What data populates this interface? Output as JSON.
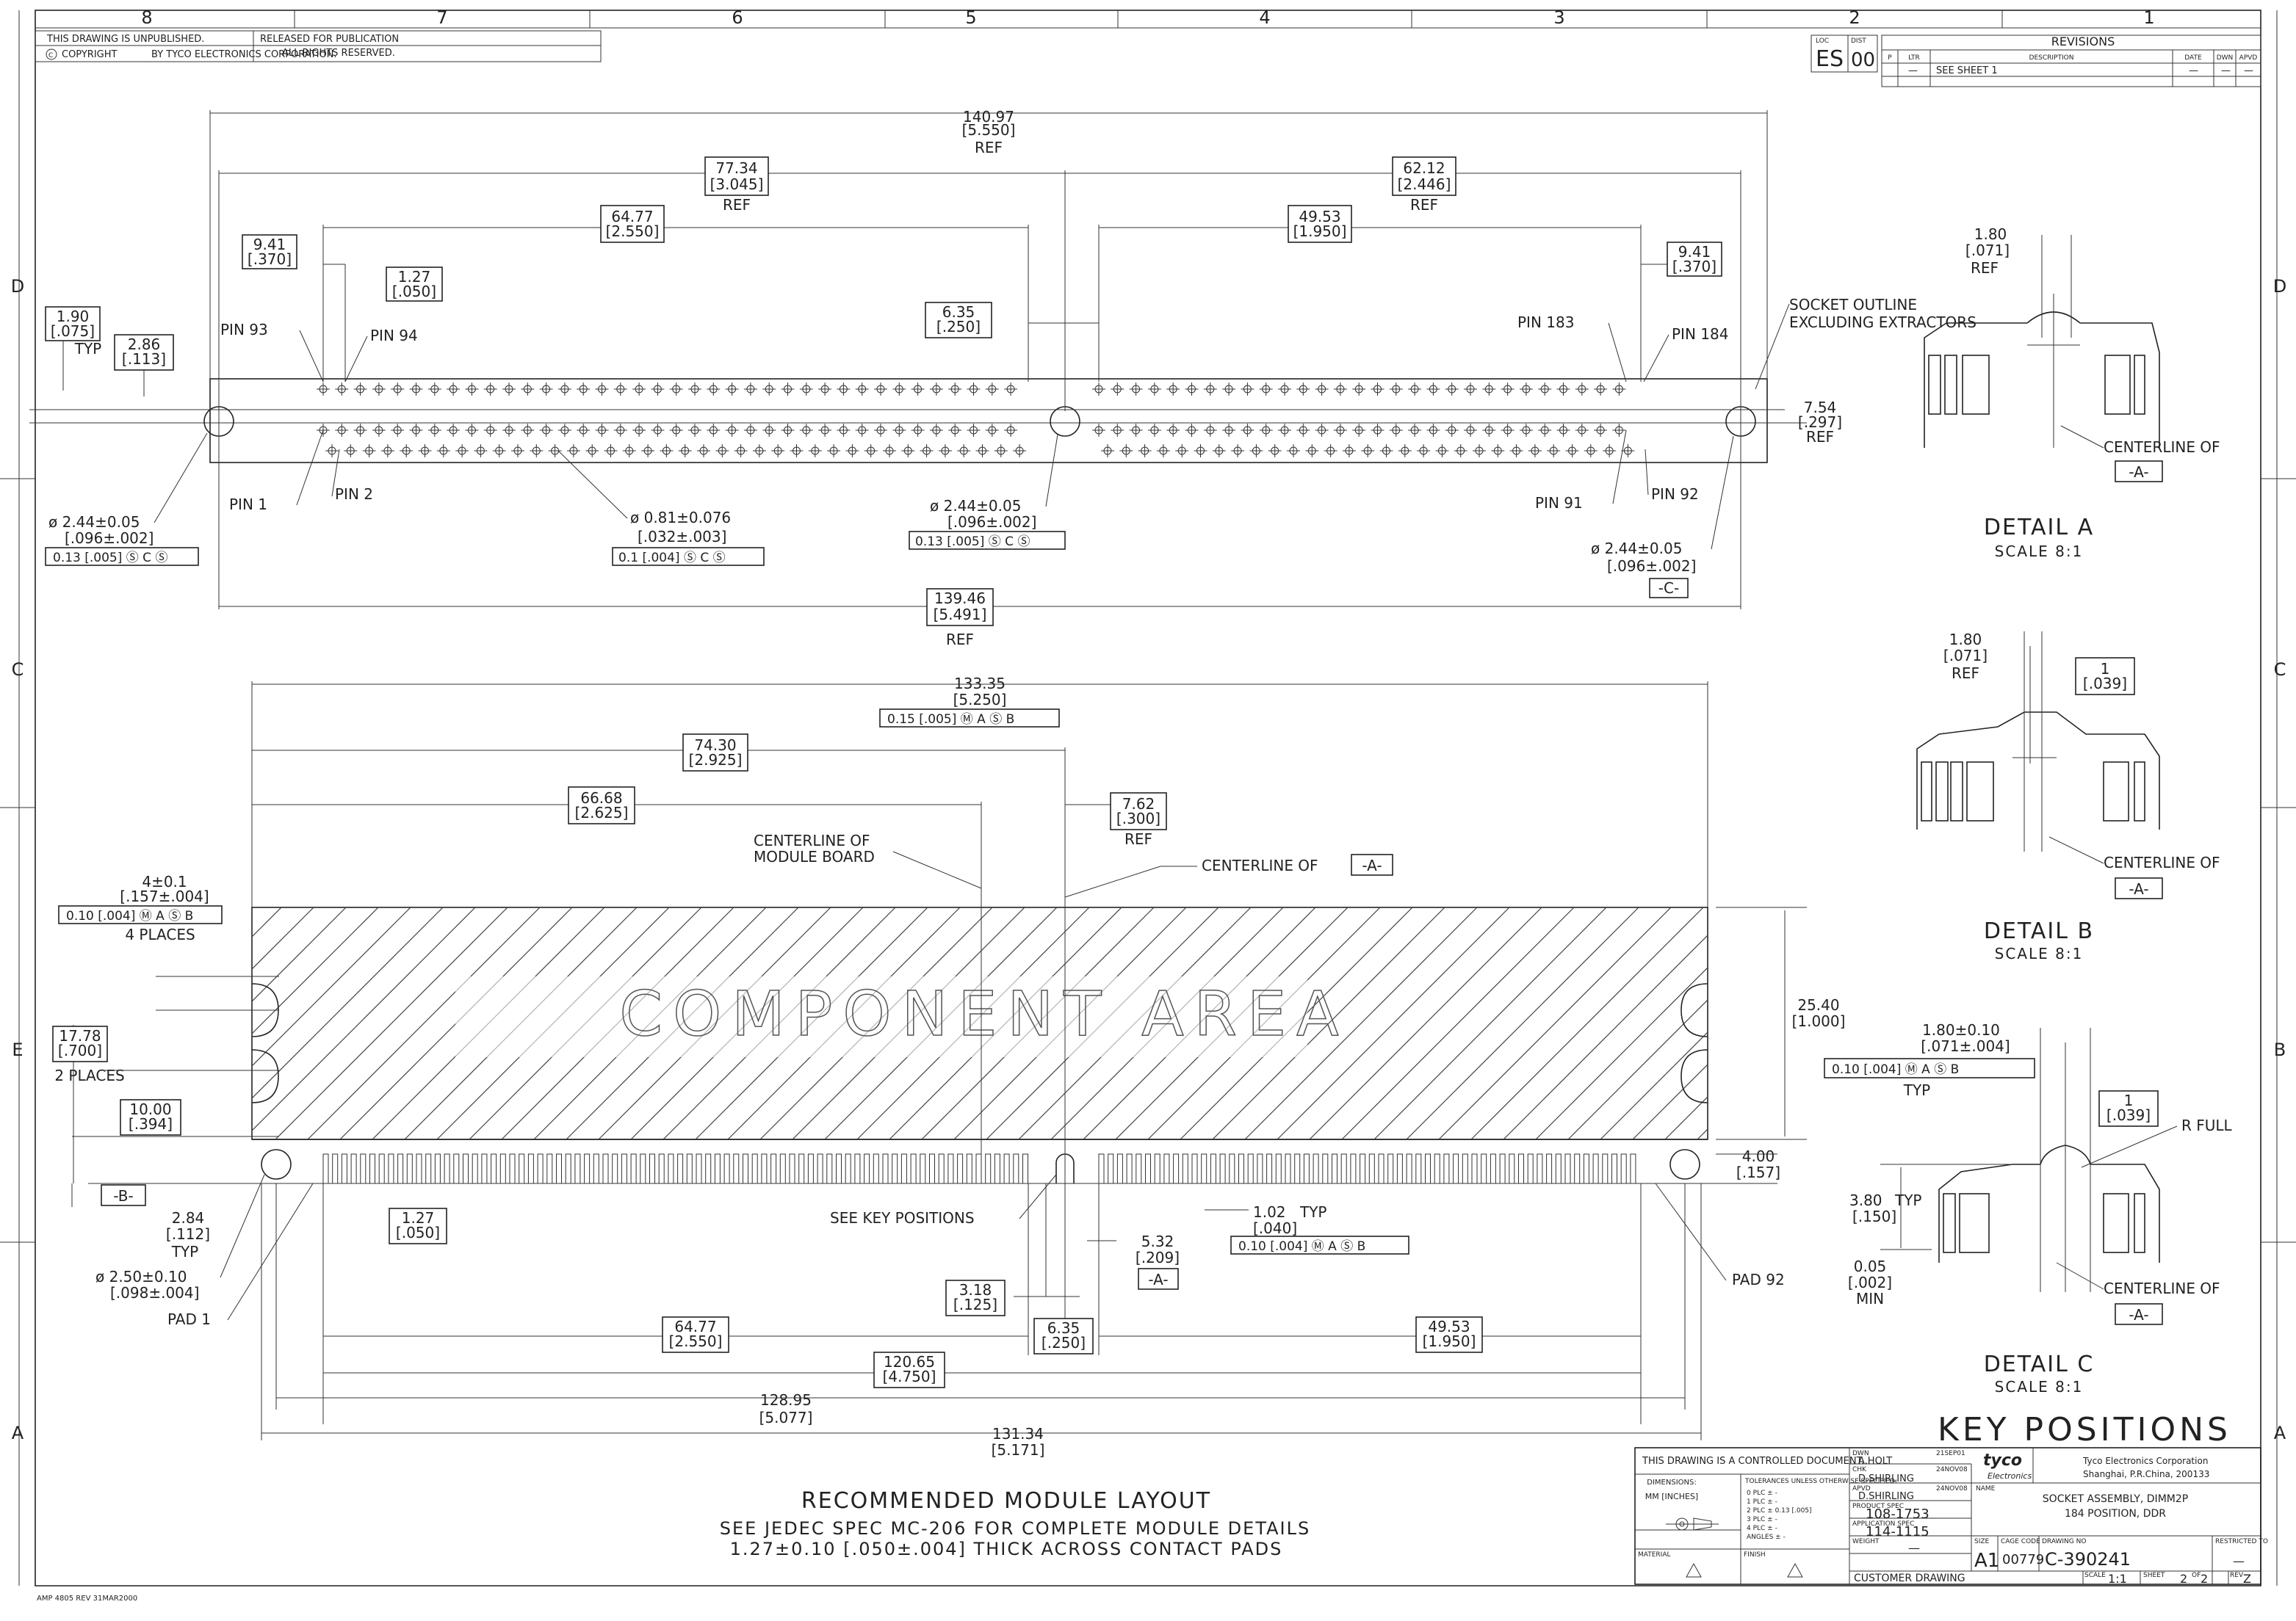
{
  "zones": {
    "cols": [
      "8",
      "7",
      "6",
      "5",
      "4",
      "3",
      "2",
      "1"
    ],
    "rows": [
      "D",
      "C",
      "B",
      "A"
    ],
    "rows_right": [
      "D",
      "C",
      "B",
      "A"
    ],
    "rows_left": [
      "D",
      "C",
      "E",
      "A"
    ]
  },
  "header": {
    "unpublished": "THIS DRAWING IS UNPUBLISHED.",
    "released": "RELEASED FOR PUBLICATION",
    "copyright": "COPYRIGHT",
    "by_tyco": "BY TYCO ELECTRONICS CORPORATION.",
    "rights": "ALL RIGHTS RESERVED.",
    "loc_label": "LOC",
    "loc": "ES",
    "dist_label": "DIST",
    "dist": "00"
  },
  "revisions": {
    "title": "REVISIONS",
    "col_p": "P",
    "col_ltr": "LTR",
    "col_desc": "DESCRIPTION",
    "col_date": "DATE",
    "col_dwn": "DWN",
    "col_apvd": "APVD",
    "row_ltr": "—",
    "row_desc": "SEE SHEET 1",
    "row_date": "—",
    "row_dwn": "—",
    "row_apvd": "—"
  },
  "top_view": {
    "overall": "140.97",
    "overall_in": "[5.550]",
    "overall_ref": "REF",
    "left_half": "77.34",
    "left_half_in": "[3.045]",
    "left_half_ref": "REF",
    "right_half": "62.12",
    "right_half_in": "[2.446]",
    "right_half_ref": "REF",
    "left_pins": "64.77",
    "left_pins_in": "[2.550]",
    "right_pins": "49.53",
    "right_pins_in": "[1.950]",
    "left_end": "9.41",
    "left_end_in": "[.370]",
    "right_end": "9.41",
    "right_end_in": "[.370]",
    "pitch": "1.27",
    "pitch_in": "[.050]",
    "key_gap": "6.35",
    "key_gap_in": "[.250]",
    "row_off": "1.90",
    "row_off_in": "[.075]",
    "row_off_typ": "TYP",
    "row_sp": "2.86",
    "row_sp_in": "[.113]",
    "pin93": "PIN 93",
    "pin94": "PIN 94",
    "pin183": "PIN 183",
    "pin184": "PIN 184",
    "pin1": "PIN 1",
    "pin2": "PIN 2",
    "pin91": "PIN 91",
    "pin92": "PIN 92",
    "outline1": "SOCKET OUTLINE",
    "outline2": "EXCLUDING EXTRACTORS",
    "height": "7.54",
    "height_in": "[.297]",
    "height_ref": "REF",
    "hole_l": "ø  2.44±0.05",
    "hole_l_in": "[.096±.002]",
    "hole_l_tol": "0.13 [.005]  Ⓢ C Ⓢ",
    "pin_hole": "ø  0.81±0.076",
    "pin_hole_in": "[.032±.003]",
    "pin_hole_tol": "0.1 [.004]   Ⓢ C Ⓢ",
    "hole_m": "ø  2.44±0.05",
    "hole_m_in": "[.096±.002]",
    "hole_m_tol": "0.13 [.005]  Ⓢ C Ⓢ",
    "hole_r": "ø  2.44±0.05",
    "hole_r_in": "[.096±.002]",
    "datum_c": "-C-",
    "bottom": "139.46",
    "bottom_in": "[5.491]",
    "bottom_ref": "REF"
  },
  "module": {
    "overall": "133.35",
    "overall_in": "[5.250]",
    "overall_tol": "0.15 [.005]   Ⓜ A Ⓢ B",
    "center": "74.30",
    "center_in": "[2.925]",
    "board_c": "66.68",
    "board_c_in": "[2.625]",
    "offset": "7.62",
    "offset_in": "[.300]",
    "offset_ref": "REF",
    "cl_board1": "CENTERLINE OF",
    "cl_board2": "MODULE BOARD",
    "cl_a": "CENTERLINE OF",
    "datum_a": "-A-",
    "notch": "4±0.1",
    "notch_in": "[.157±.004]",
    "notch_tol": "0.10 [.004]   Ⓜ A Ⓢ B",
    "notch_places": "4 PLACES",
    "notch_sp": "17.78",
    "notch_sp_in": "[.700]",
    "notch_sp_places": "2 PLACES",
    "notch_h": "10.00",
    "notch_h_in": "[.394]",
    "datum_b": "-B-",
    "component": "COMPONENT AREA",
    "height": "25.40",
    "height_in": "[1.000]",
    "hole_pos": "4.00",
    "hole_pos_in": "[.157]",
    "edge": "2.84",
    "edge_in": "[.112]",
    "edge_typ": "TYP",
    "hole": "ø  2.50±0.10",
    "hole_in": "[.098±.004]",
    "pad1": "PAD 1",
    "pad92": "PAD 92",
    "pitch": "1.27",
    "pitch_in": "[.050]",
    "key_pos": "SEE KEY POSITIONS",
    "pad_w": "1.02",
    "pad_w_in": "[.040]",
    "pad_w_typ": "TYP",
    "pad_tol": "0.10 [.004]   Ⓜ A Ⓢ B",
    "key_off": "5.32",
    "key_off_in": "[.209]",
    "key_datum": "-A-",
    "key_w": "3.18",
    "key_w_in": "[.125]",
    "left_pads": "64.77",
    "left_pads_in": "[2.550]",
    "key_gap": "6.35",
    "key_gap_in": "[.250]",
    "right_pads": "49.53",
    "right_pads_in": "[1.950]",
    "pads_total": "120.65",
    "pads_total_in": "[4.750]",
    "holes_total": "128.95",
    "holes_total_in": "[5.077]",
    "total": "131.34",
    "total_in": "[5.171]",
    "title": "RECOMMENDED MODULE LAYOUT",
    "note1": "SEE JEDEC SPEC MC-206 FOR COMPLETE MODULE DETAILS",
    "note2": "1.27±0.10 [.050±.004] THICK ACROSS CONTACT PADS"
  },
  "detail_a": {
    "w": "1.80",
    "w_in": "[.071]",
    "w_ref": "REF",
    "cl": "CENTERLINE OF",
    "datum": "-A-",
    "title": "DETAIL A",
    "scale": "SCALE  8:1"
  },
  "detail_b": {
    "w": "1.80",
    "w_in": "[.071]",
    "w_ref": "REF",
    "key": "1",
    "key_in": "[.039]",
    "cl": "CENTERLINE OF",
    "datum": "-A-",
    "title": "DETAIL B",
    "scale": "SCALE  8:1"
  },
  "detail_c": {
    "w": "1.80±0.10",
    "w_in": "[.071±.004]",
    "tol": "0.10 [.004]   Ⓜ A Ⓢ B",
    "typ": "TYP",
    "key": "1",
    "key_in": "[.039]",
    "rfull": "R FULL",
    "depth": "3.80",
    "depth_typ": "TYP",
    "depth_in": "[.150]",
    "min": "0.05",
    "min_in": "[.002]",
    "min_lbl": "MIN",
    "cl": "CENTERLINE OF",
    "datum": "-A-",
    "title": "DETAIL C",
    "scale": "SCALE  8:1"
  },
  "key_positions": "KEY POSITIONS",
  "title_block": {
    "controlled": "THIS DRAWING IS A CONTROLLED DOCUMENT.",
    "dwn_label": "DWN",
    "dwn": "A.HOLT",
    "dwn_date": "21SEP01",
    "chk_label": "CHK",
    "chk": "D.SHIRLING",
    "chk_date": "24NOV08",
    "apvd_label": "APVD",
    "apvd": "D.SHIRLING",
    "apvd_date": "24NOV08",
    "company": "Tyco Electronics Corporation",
    "city": "Shanghai, P.R.China, 200133",
    "logo": "tyco",
    "logo_sub": "Electronics",
    "dimensions": "DIMENSIONS:",
    "units": "MM [INCHES]",
    "tolerances": "TOLERANCES UNLESS OTHERWISE SPECIFIED:",
    "tol_lines": [
      "0 PLC  ±  -",
      "1 PLC  ±  -",
      "2 PLC  ±  0.13 [.005]",
      "3 PLC  ±  -",
      "4 PLC  ±  -",
      "ANGLES  ±  -"
    ],
    "product_spec_label": "PRODUCT SPEC",
    "product_spec": "108-1753",
    "app_spec_label": "APPLICATION SPEC",
    "app_spec": "114-1115",
    "weight_label": "WEIGHT",
    "weight": "—",
    "name_label": "NAME",
    "name1": "SOCKET ASSEMBLY, DIMM2P",
    "name2": "184 POSITION, DDR",
    "size_label": "SIZE",
    "size": "A1",
    "cage_label": "CAGE CODE",
    "cage": "00779",
    "dwg_label": "DRAWING NO",
    "dwg": "C-390241",
    "restricted": "RESTRICTED TO",
    "restricted_val": "—",
    "material": "MATERIAL",
    "finish": "FINISH",
    "customer": "CUSTOMER DRAWING",
    "scale_label": "SCALE",
    "scale": "1:1",
    "sheet_label": "SHEET",
    "sheet": "2",
    "of_label": "OF",
    "of": "2",
    "rev_label": "REV",
    "rev": "Z"
  },
  "form": "AMP 4805 REV 31MAR2000"
}
